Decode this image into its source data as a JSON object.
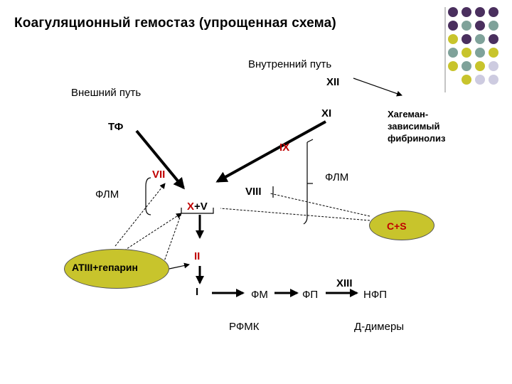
{
  "title": "Коагуляционный гемостаз (упрощенная схема)",
  "labels": {
    "intrinsic": "Внутренний путь",
    "xii": "XII",
    "extrinsic": "Внешний путь",
    "hageman": "Хагеман-\nзависимый\nфибринолиз",
    "xi": "XI",
    "tf": "ТФ",
    "ix": "IX",
    "vii": "VII",
    "flm_right": "ФЛМ",
    "flm_left": "ФЛМ",
    "viii": "VIII",
    "x": "X",
    "v": "+V",
    "cs": "C+S",
    "ii": "II",
    "at3": "ATIII+гепарин",
    "xiii": "XIII",
    "i": "I",
    "fm": "ФМ",
    "fp": "ФП",
    "nfp": "НФП",
    "rfmk": "РФМК",
    "ddimers": "Д-димеры"
  },
  "colors": {
    "purple": "#4a2f5e",
    "teal": "#7fa29a",
    "olive": "#c8c42c",
    "lavender": "#cdcbe0",
    "accent_red": "#c00000"
  }
}
